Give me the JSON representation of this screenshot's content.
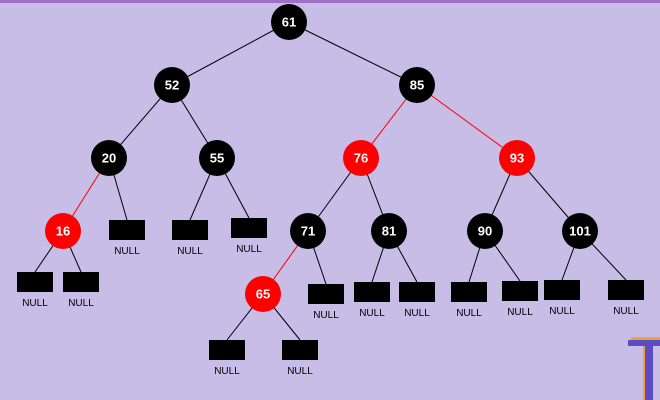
{
  "colors": {
    "background": "#c7bde6",
    "black_node": "#000000",
    "red_node": "#ff0000",
    "black_edge": "#000000",
    "red_edge": "#ff0000",
    "label": "#ffffff",
    "null_box": "#000000",
    "logo_blue": "#5b4cc4",
    "logo_orange": "#f0a040"
  },
  "null_label": "NULL",
  "nodes": [
    {
      "id": "n61",
      "label": "61",
      "color": "black"
    },
    {
      "id": "n52",
      "label": "52",
      "color": "black"
    },
    {
      "id": "n85",
      "label": "85",
      "color": "black"
    },
    {
      "id": "n20",
      "label": "20",
      "color": "black"
    },
    {
      "id": "n55",
      "label": "55",
      "color": "black"
    },
    {
      "id": "n76",
      "label": "76",
      "color": "red"
    },
    {
      "id": "n93",
      "label": "93",
      "color": "red"
    },
    {
      "id": "n16",
      "label": "16",
      "color": "red"
    },
    {
      "id": "n71",
      "label": "71",
      "color": "black"
    },
    {
      "id": "n81",
      "label": "81",
      "color": "black"
    },
    {
      "id": "n90",
      "label": "90",
      "color": "black"
    },
    {
      "id": "n101",
      "label": "101",
      "color": "black"
    },
    {
      "id": "n65",
      "label": "65",
      "color": "red"
    }
  ],
  "edges": [
    {
      "from": "n61",
      "to": "n52",
      "color": "black"
    },
    {
      "from": "n61",
      "to": "n85",
      "color": "black"
    },
    {
      "from": "n52",
      "to": "n20",
      "color": "black"
    },
    {
      "from": "n52",
      "to": "n55",
      "color": "black"
    },
    {
      "from": "n85",
      "to": "n76",
      "color": "red"
    },
    {
      "from": "n85",
      "to": "n93",
      "color": "red"
    },
    {
      "from": "n20",
      "to": "n16",
      "color": "red"
    },
    {
      "from": "n20",
      "to": "null20r",
      "color": "black"
    },
    {
      "from": "n55",
      "to": "null55l",
      "color": "black"
    },
    {
      "from": "n55",
      "to": "null55r",
      "color": "black"
    },
    {
      "from": "n16",
      "to": "null16l",
      "color": "black"
    },
    {
      "from": "n16",
      "to": "null16r",
      "color": "black"
    },
    {
      "from": "n76",
      "to": "n71",
      "color": "black"
    },
    {
      "from": "n76",
      "to": "n81",
      "color": "black"
    },
    {
      "from": "n93",
      "to": "n90",
      "color": "black"
    },
    {
      "from": "n93",
      "to": "n101",
      "color": "black"
    },
    {
      "from": "n71",
      "to": "n65",
      "color": "red"
    },
    {
      "from": "n71",
      "to": "null71r",
      "color": "black"
    },
    {
      "from": "n81",
      "to": "null81l",
      "color": "black"
    },
    {
      "from": "n81",
      "to": "null81r",
      "color": "black"
    },
    {
      "from": "n90",
      "to": "null90l",
      "color": "black"
    },
    {
      "from": "n90",
      "to": "null90r",
      "color": "black"
    },
    {
      "from": "n101",
      "to": "null101l",
      "color": "black"
    },
    {
      "from": "n101",
      "to": "null101r",
      "color": "black"
    },
    {
      "from": "n65",
      "to": "null65l",
      "color": "black"
    },
    {
      "from": "n65",
      "to": "null65r",
      "color": "black"
    }
  ],
  "null_leaves": [
    {
      "id": "null16l"
    },
    {
      "id": "null16r"
    },
    {
      "id": "null20r"
    },
    {
      "id": "null55l"
    },
    {
      "id": "null55r"
    },
    {
      "id": "null71r"
    },
    {
      "id": "null81l"
    },
    {
      "id": "null81r"
    },
    {
      "id": "null90l"
    },
    {
      "id": "null90r"
    },
    {
      "id": "null101l"
    },
    {
      "id": "null101r"
    },
    {
      "id": "null65l"
    },
    {
      "id": "null65r"
    }
  ]
}
